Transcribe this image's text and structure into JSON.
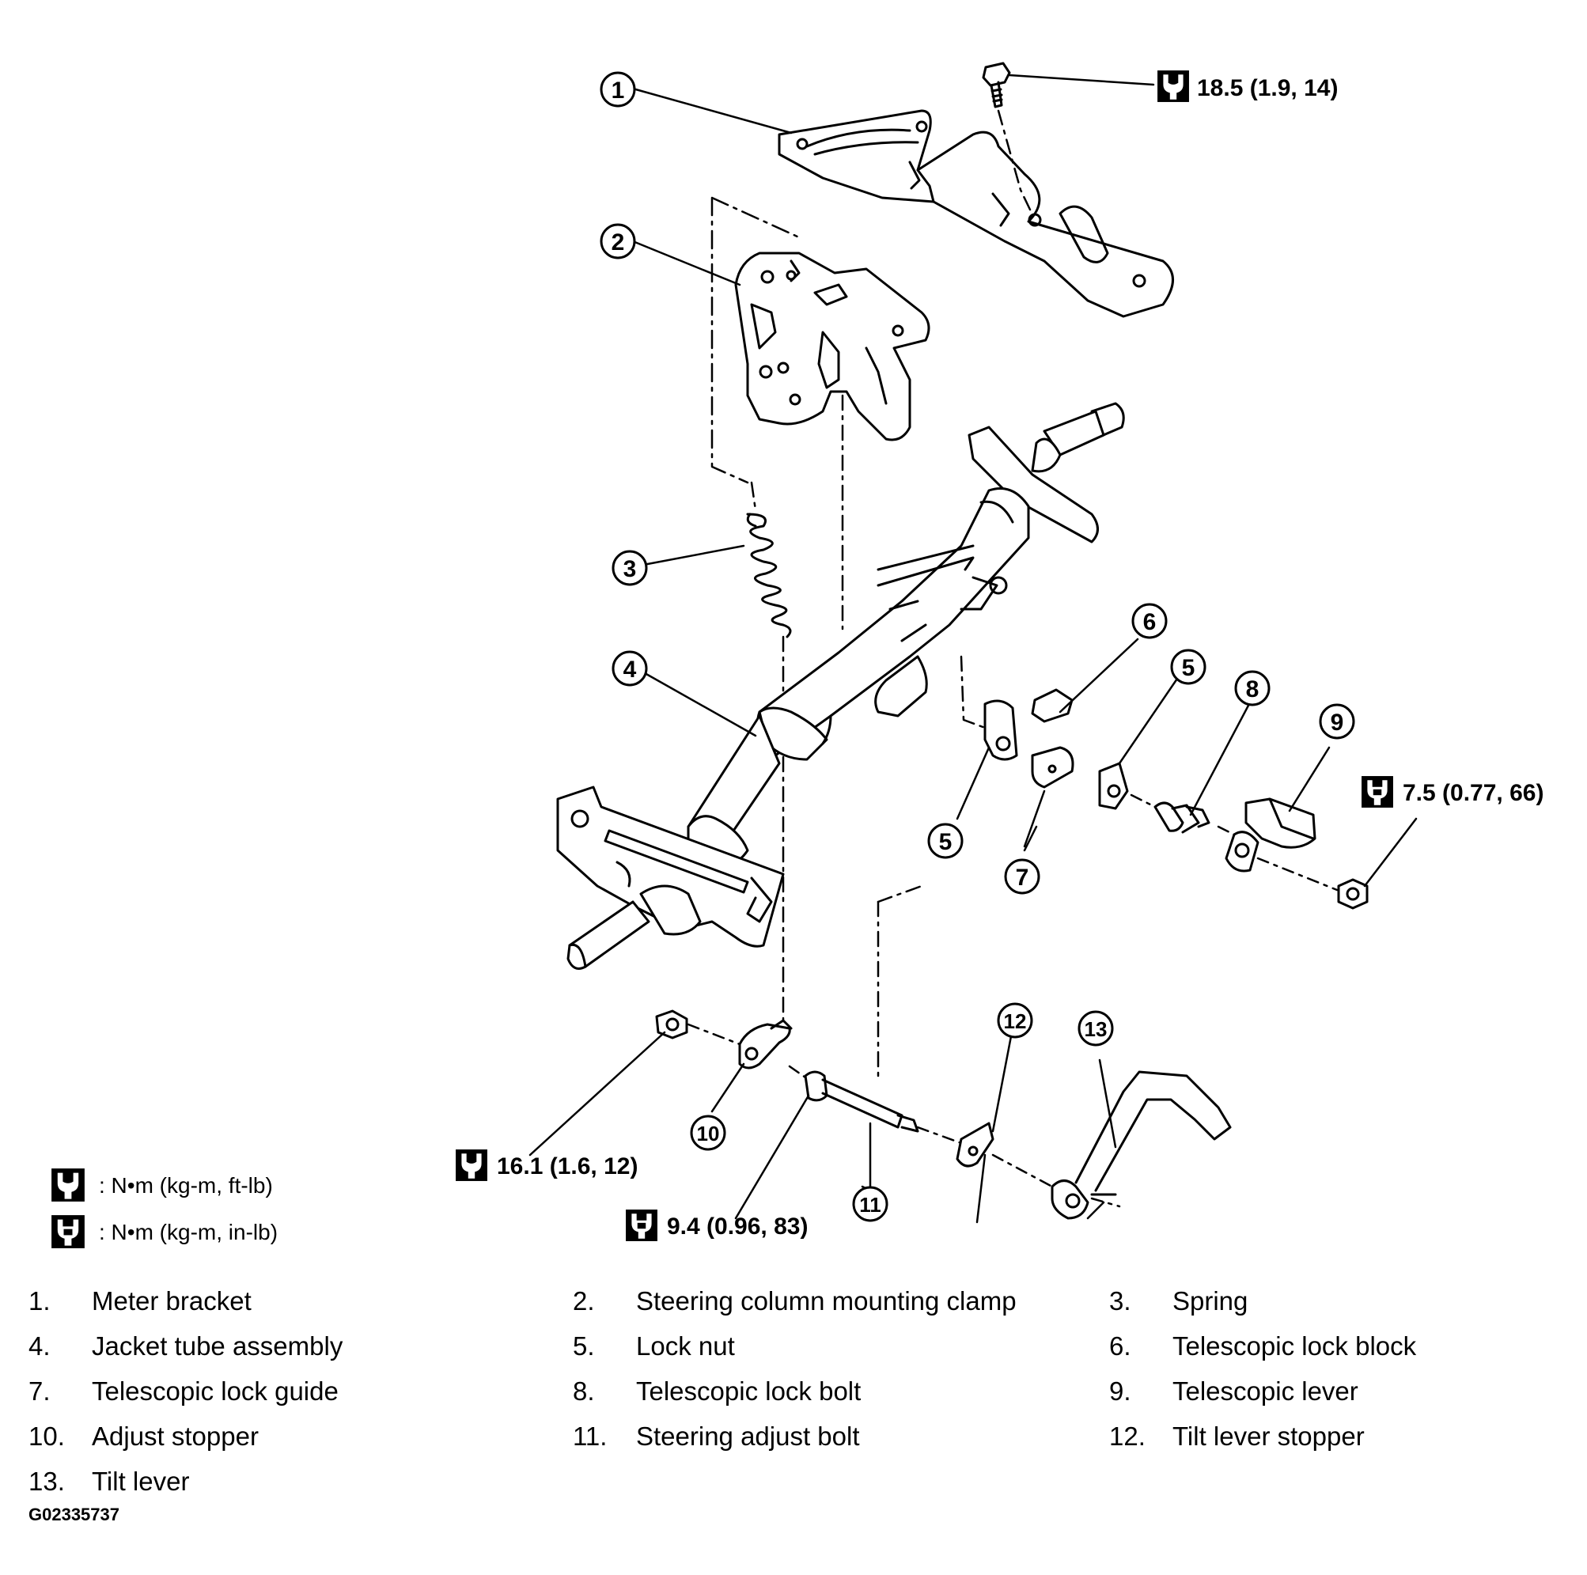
{
  "callouts": [
    "1",
    "2",
    "3",
    "4",
    "5",
    "5",
    "6",
    "7",
    "8",
    "9",
    "10",
    "11",
    "12",
    "13"
  ],
  "torque_specs": [
    {
      "value": "18.5 (1.9, 14)",
      "icon": "open-wrench-icon"
    },
    {
      "value": "7.5 (0.77, 66)",
      "icon": "filled-wrench-icon"
    },
    {
      "value": "16.1 (1.6, 12)",
      "icon": "open-wrench-icon"
    },
    {
      "value": "9.4 (0.96, 83)",
      "icon": "filled-wrench-icon"
    }
  ],
  "legend": [
    {
      "icon": "open-wrench-icon",
      "units": ":  N•m  (kg-m,  ft-lb)"
    },
    {
      "icon": "filled-wrench-icon",
      "units": ":  N•m  (kg-m,  in-lb)"
    }
  ],
  "parts": [
    {
      "num": "1.",
      "name": "Meter bracket"
    },
    {
      "num": "2.",
      "name": "Steering column mounting clamp"
    },
    {
      "num": "3.",
      "name": "Spring"
    },
    {
      "num": "4.",
      "name": "Jacket tube assembly"
    },
    {
      "num": "5.",
      "name": "Lock nut"
    },
    {
      "num": "6.",
      "name": "Telescopic lock block"
    },
    {
      "num": "7.",
      "name": "Telescopic lock guide"
    },
    {
      "num": "8.",
      "name": "Telescopic lock bolt"
    },
    {
      "num": "9.",
      "name": "Telescopic lever"
    },
    {
      "num": "10.",
      "name": "Adjust stopper"
    },
    {
      "num": "11.",
      "name": "Steering adjust bolt"
    },
    {
      "num": "12.",
      "name": "Tilt lever stopper"
    },
    {
      "num": "13.",
      "name": "Tilt lever"
    }
  ],
  "figure_id": "G02335737"
}
